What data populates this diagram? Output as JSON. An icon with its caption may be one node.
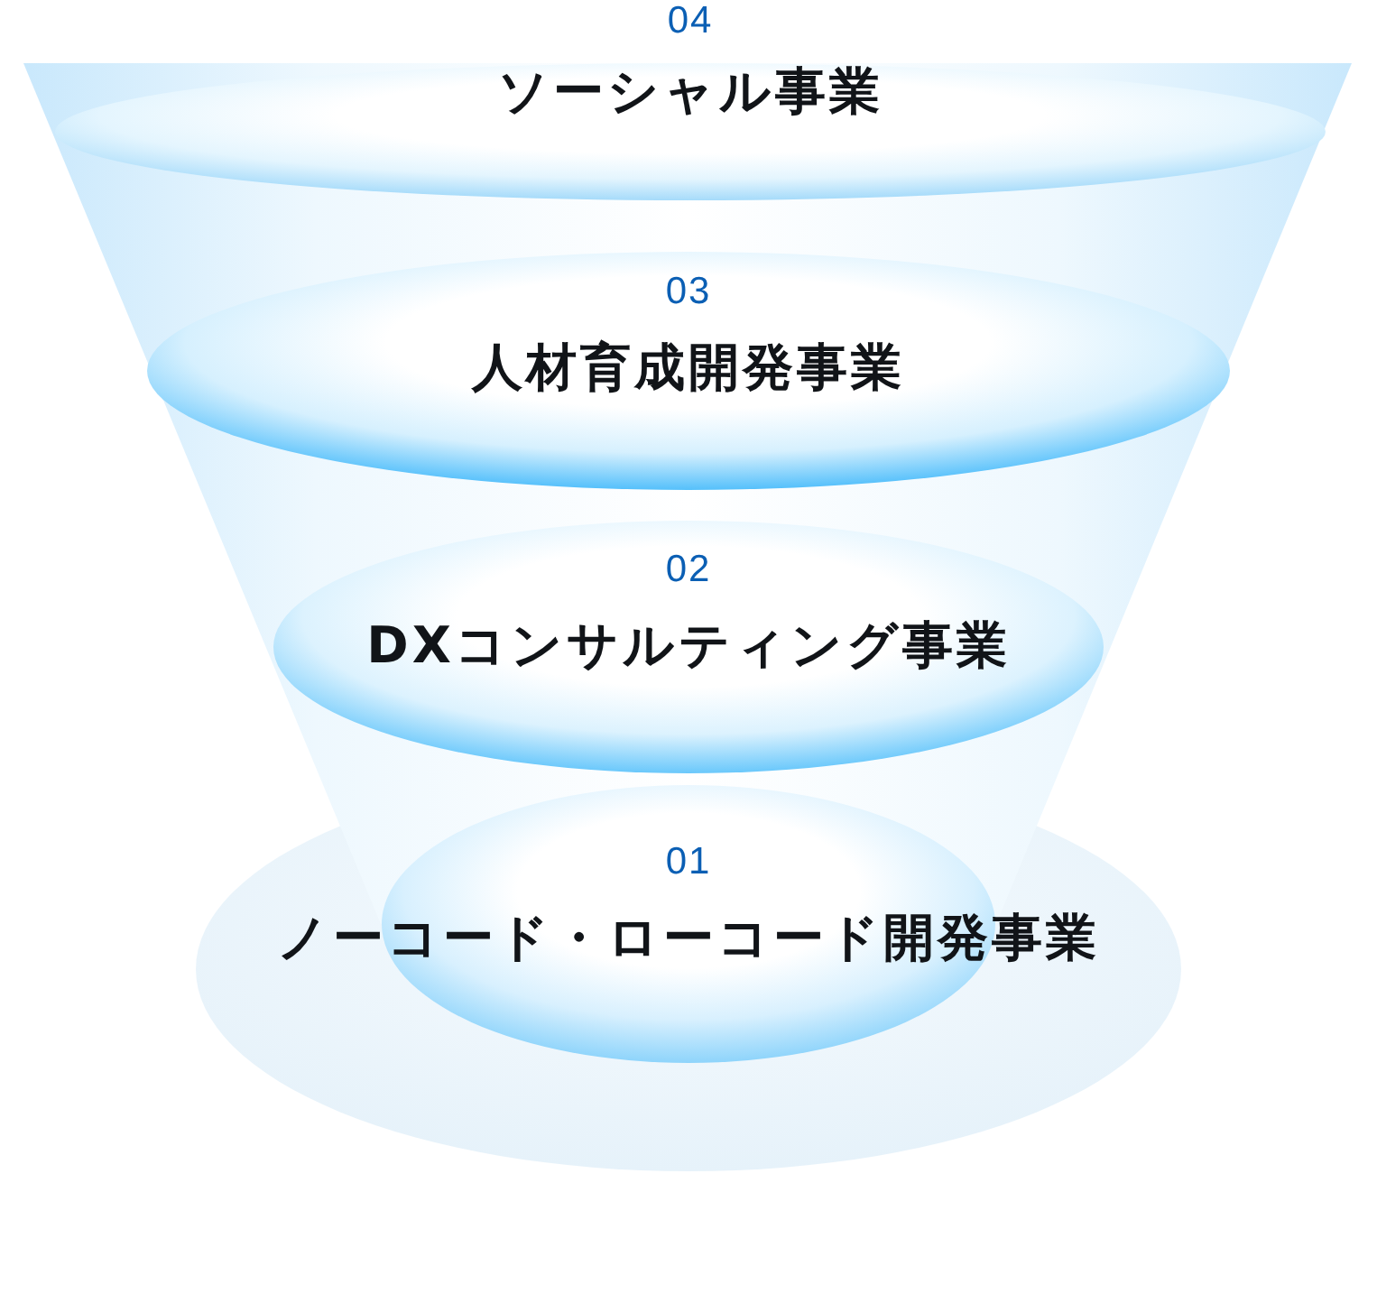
{
  "diagram": {
    "nodes": [
      {
        "text": [
          "04",
          "ソーシャル事業"
        ]
      },
      {
        "text": [
          "03",
          "人材育成開発事業"
        ]
      },
      {
        "text": [
          "02",
          "DXコンサルティング事業"
        ]
      },
      {
        "text": [
          "01",
          "ノーコード・ローコード開発事業"
        ]
      }
    ]
  }
}
